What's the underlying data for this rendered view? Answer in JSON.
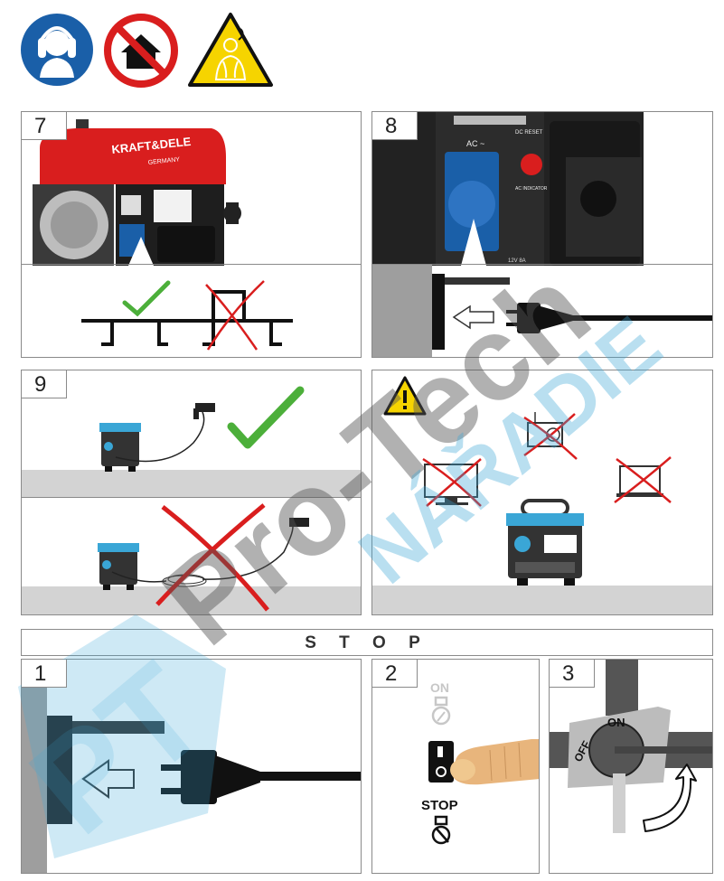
{
  "safety_icons": [
    "ear-protection-icon",
    "no-indoor-use-icon",
    "exhaust-fumes-warning-icon"
  ],
  "panels": {
    "p7": {
      "number": "7"
    },
    "p8": {
      "number": "8",
      "ac_label": "AC ~",
      "dc_reset_label": "DC RESET",
      "ac_indicator_label": "AC INDICATOR",
      "dc_label": "12V 8A"
    },
    "p9": {
      "number": "9"
    },
    "stop_header": "S T O P",
    "s1": {
      "number": "1"
    },
    "s2": {
      "number": "2",
      "on_label": "ON",
      "stop_label": "STOP"
    },
    "s3": {
      "number": "3",
      "off_label": "OFF",
      "on_label": "ON"
    }
  },
  "brand": {
    "name": "KRAFT&DELE",
    "sub": "GERMANY"
  },
  "watermark": {
    "line1": "Pro-Tech",
    "line2": "NÁŘADIE"
  },
  "colors": {
    "red": "#d91e1e",
    "blue": "#1a5fa8",
    "green": "#4caf3a",
    "teal": "#3aa6d6",
    "yellow": "#f6d400",
    "dark": "#222222"
  }
}
